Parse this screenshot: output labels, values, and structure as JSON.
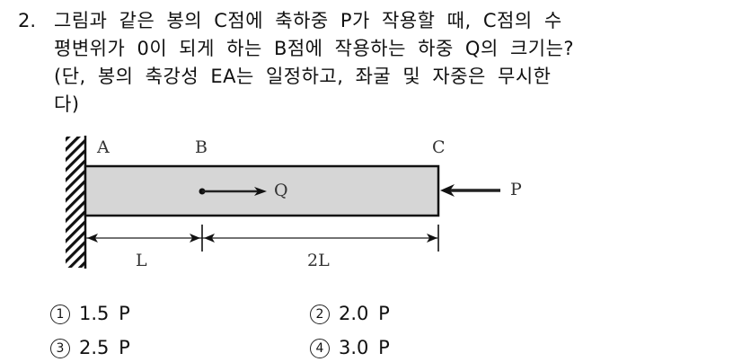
{
  "question": {
    "number": "2.",
    "lines": [
      "그림과 같은 봉의 C점에 축하중 P가 작용할 때, C점의 수",
      "평변위가 0이 되게 하는 B점에 작용하는 하중 Q의 크기는?",
      "(단, 봉의 축강성 EA는 일정하고, 좌굴 및 자중은 무시한",
      "다)"
    ]
  },
  "diagram": {
    "points": {
      "A": "A",
      "B": "B",
      "C": "C"
    },
    "loads": {
      "Q": "Q",
      "P": "P"
    },
    "dimensions": {
      "AB": "L",
      "BC": "2L"
    },
    "colors": {
      "bar_fill": "#d6d6d6",
      "line": "#111111"
    }
  },
  "choices": [
    {
      "mark": "1",
      "text": "1.5 P"
    },
    {
      "mark": "2",
      "text": "2.0 P"
    },
    {
      "mark": "3",
      "text": "2.5 P"
    },
    {
      "mark": "4",
      "text": "3.0 P"
    }
  ]
}
